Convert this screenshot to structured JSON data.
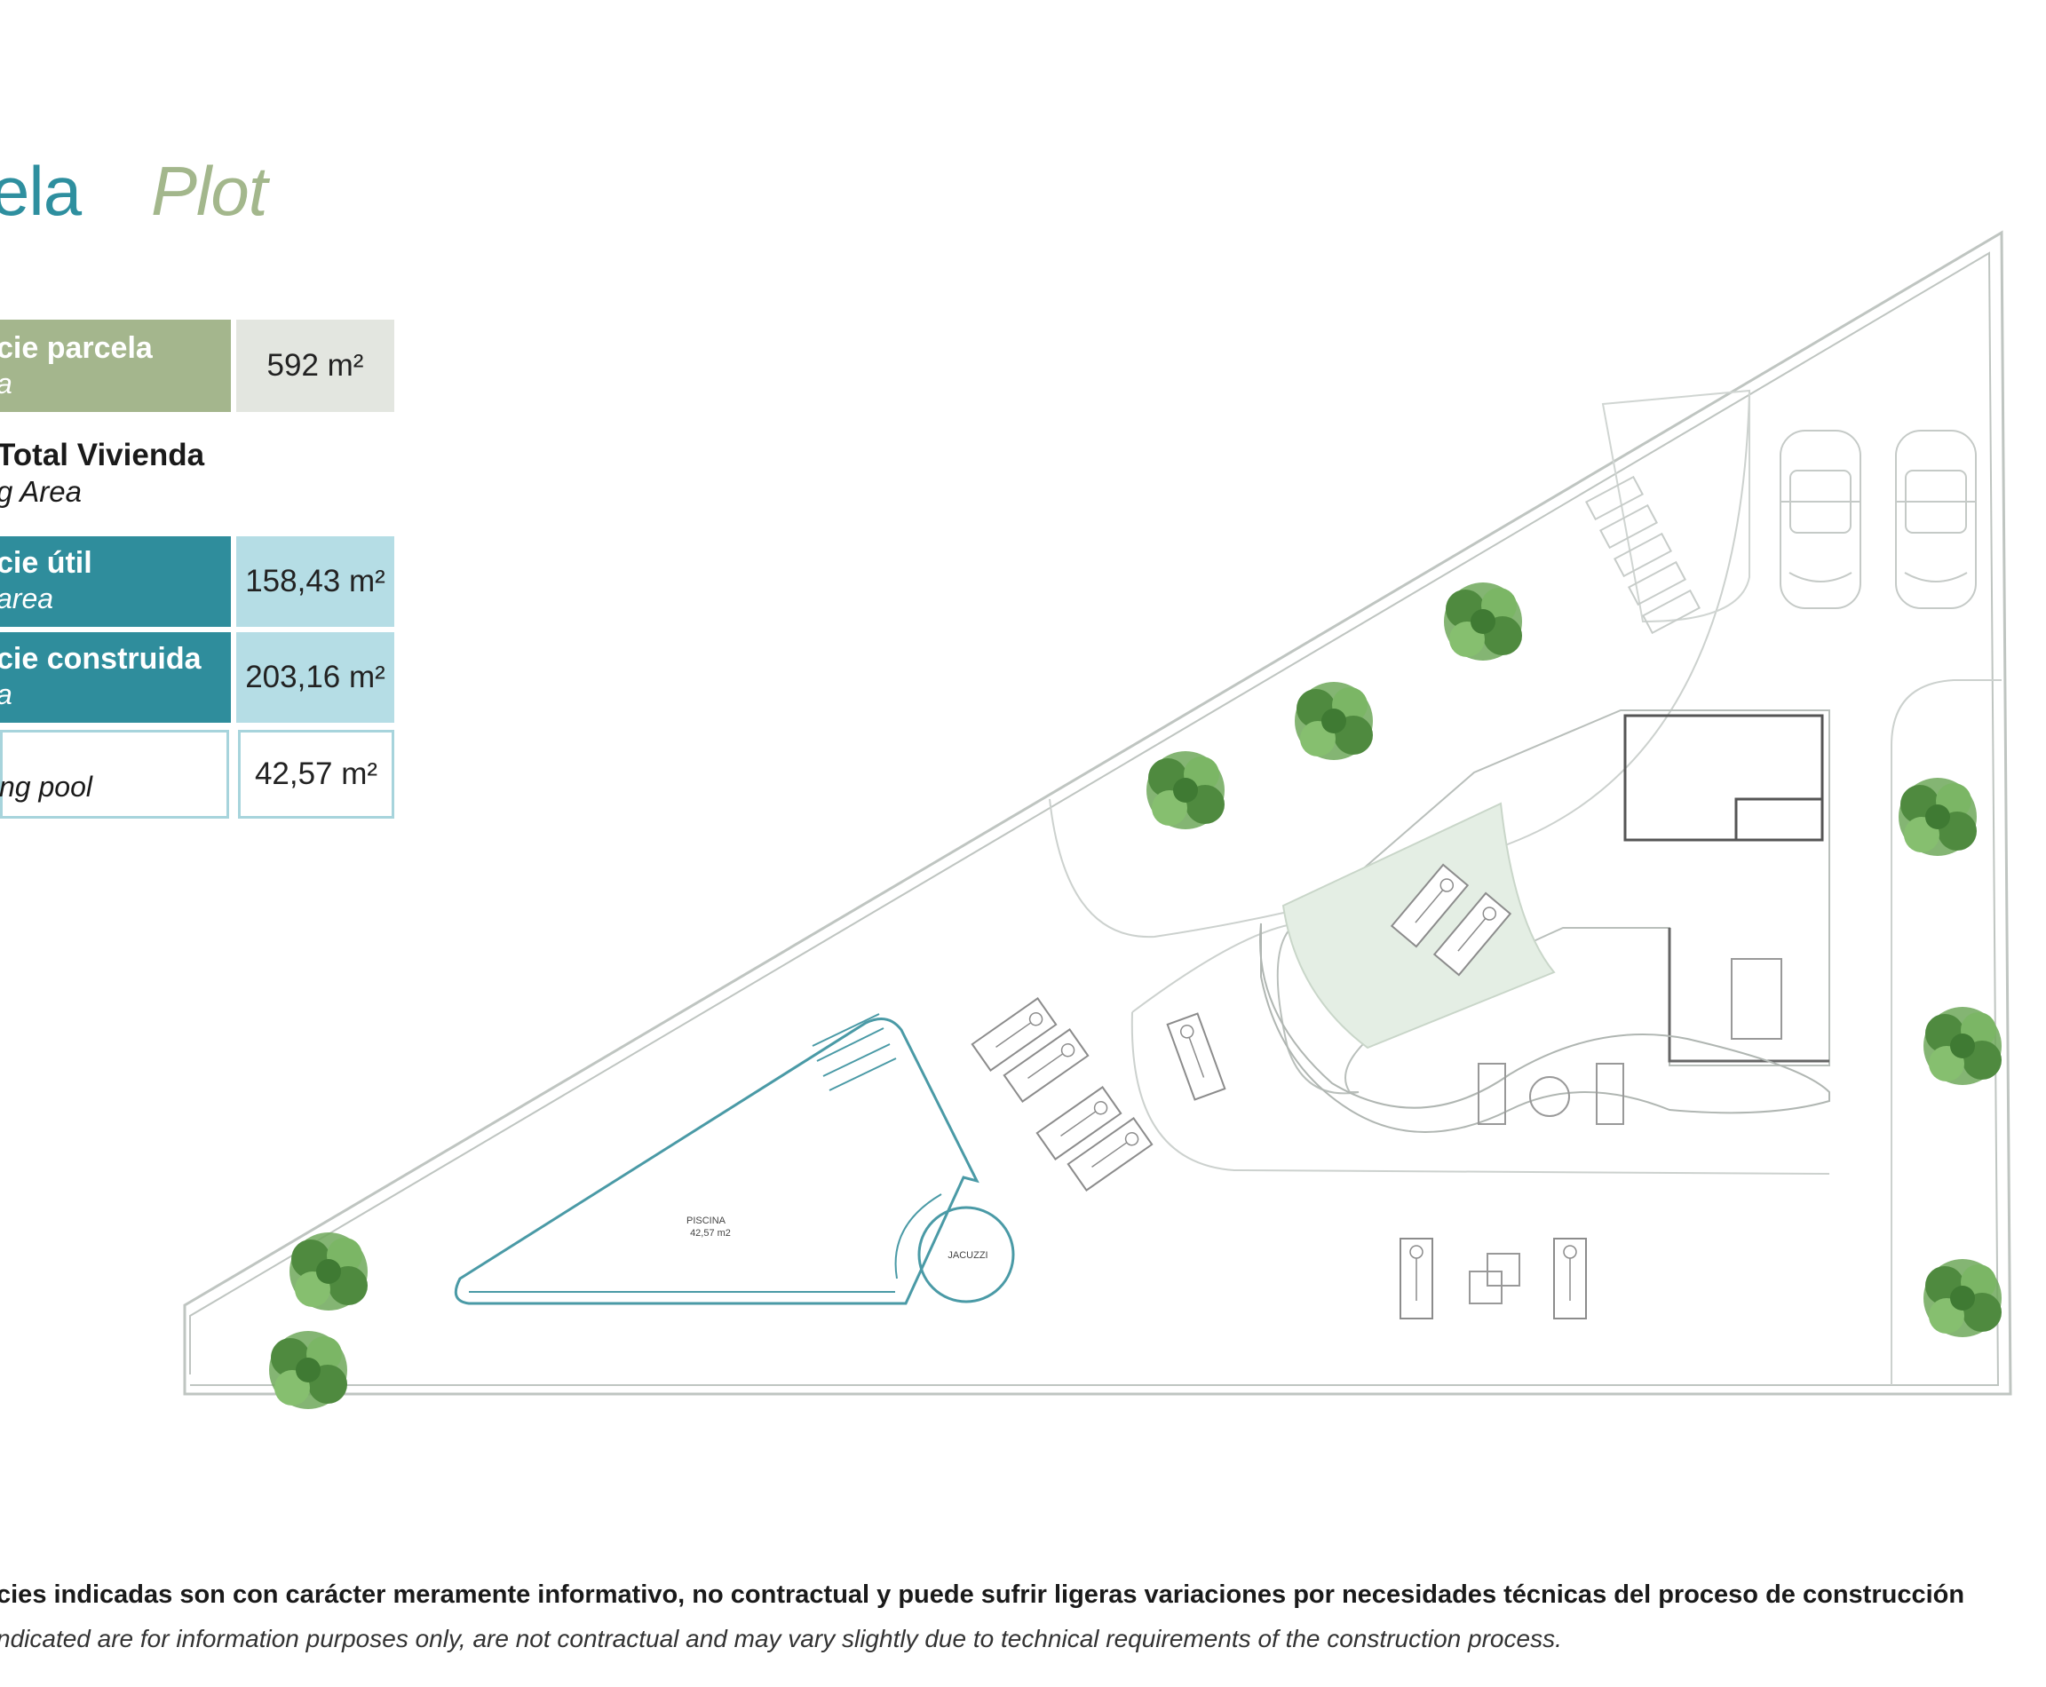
{
  "header": {
    "title_es": "ela",
    "title_en": "Plot"
  },
  "table": {
    "plot": {
      "label_es": "cie parcela",
      "label_en": "a",
      "value": "592 m²"
    },
    "total_heading": {
      "label_es": "Total Vivienda",
      "label_en": "g Area"
    },
    "useful": {
      "label_es": "cie útil",
      "label_en": "area",
      "value": "158,43 m²"
    },
    "built": {
      "label_es": "cie construida",
      "label_en": "a",
      "value": "203,16 m²"
    },
    "pool": {
      "label_en": "ng pool",
      "value": "42,57 m²"
    }
  },
  "plan": {
    "pool_label": "PISCINA",
    "pool_area": "42,57 m2",
    "jacuzzi_label": "JACUZZI",
    "colors": {
      "line": "#b9c0bb",
      "pool_line": "#4a9aa6",
      "lawn": "#e3ede3",
      "tree": "#5f9a4c"
    }
  },
  "disclaimer": {
    "es": "cies indicadas son con carácter meramente informativo, no contractual y puede sufrir ligeras variaciones por necesidades técnicas del proceso de construcción",
    "en": "ndicated are for information purposes only, are not contractual and may vary slightly due to technical requirements of the construction process."
  }
}
